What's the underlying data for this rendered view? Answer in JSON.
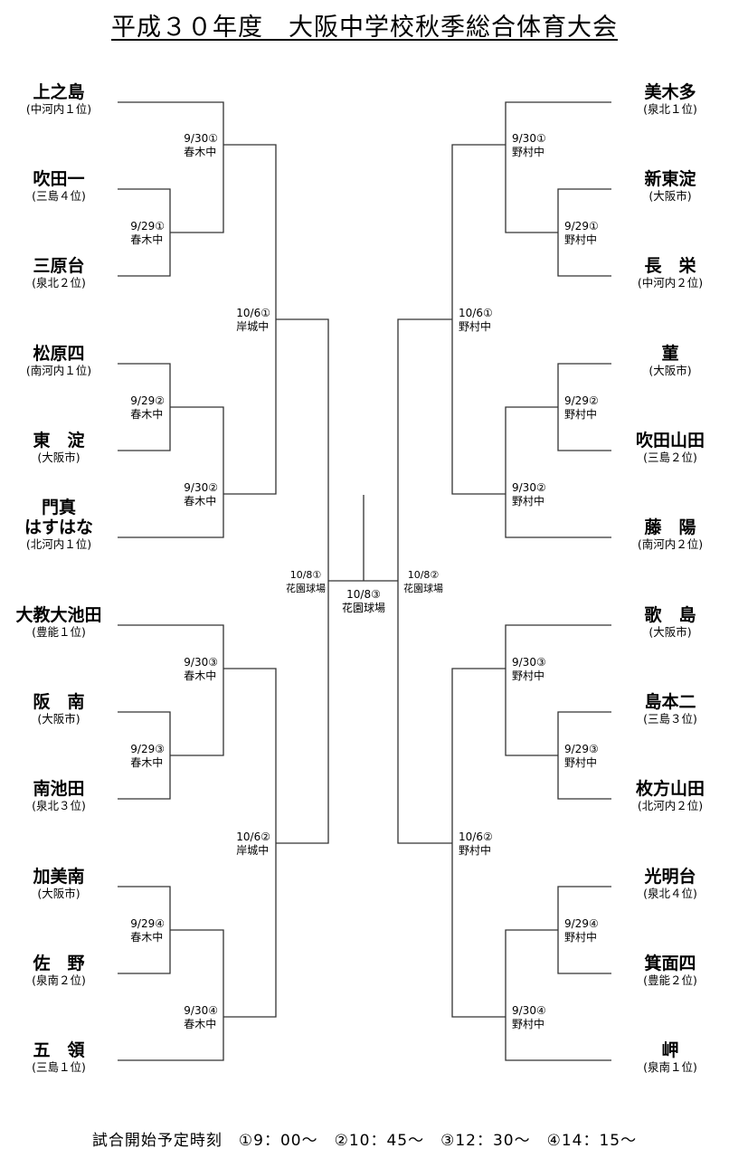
{
  "title": "平成３０年度　大阪中学校秋季総合体育大会",
  "teams_left": [
    {
      "name": "上之島",
      "sub": "(中河内１位)"
    },
    {
      "name": "吹田一",
      "sub": "(三島４位)"
    },
    {
      "name": "三原台",
      "sub": "(泉北２位)"
    },
    {
      "name": "松原四",
      "sub": "(南河内１位)"
    },
    {
      "name": "東　淀",
      "sub": "(大阪市)"
    },
    {
      "name": "門真\nはすはな",
      "sub": "(北河内１位)"
    },
    {
      "name": "大教大池田",
      "sub": "(豊能１位)"
    },
    {
      "name": "阪　南",
      "sub": "(大阪市)"
    },
    {
      "name": "南池田",
      "sub": "(泉北３位)"
    },
    {
      "name": "加美南",
      "sub": "(大阪市)"
    },
    {
      "name": "佐　野",
      "sub": "(泉南２位)"
    },
    {
      "name": "五　領",
      "sub": "(三島１位)"
    }
  ],
  "teams_right": [
    {
      "name": "美木多",
      "sub": "(泉北１位)"
    },
    {
      "name": "新東淀",
      "sub": "(大阪市)"
    },
    {
      "name": "長　栄",
      "sub": "(中河内２位)"
    },
    {
      "name": "菫",
      "sub": "(大阪市)"
    },
    {
      "name": "吹田山田",
      "sub": "(三島２位)"
    },
    {
      "name": "藤　陽",
      "sub": "(南河内２位)"
    },
    {
      "name": "歌　島",
      "sub": "(大阪市)"
    },
    {
      "name": "島本二",
      "sub": "(三島３位)"
    },
    {
      "name": "枚方山田",
      "sub": "(北河内２位)"
    },
    {
      "name": "光明台",
      "sub": "(泉北４位)"
    },
    {
      "name": "箕面四",
      "sub": "(豊能２位)"
    },
    {
      "name": "岬",
      "sub": "(泉南１位)"
    }
  ],
  "matches_left": [
    {
      "date": "9/29①",
      "venue": "春木中"
    },
    {
      "date": "9/30①",
      "venue": "春木中"
    },
    {
      "date": "9/29②",
      "venue": "春木中"
    },
    {
      "date": "9/30②",
      "venue": "春木中"
    },
    {
      "date": "10/6①",
      "venue": "岸城中"
    },
    {
      "date": "9/30③",
      "venue": "春木中"
    },
    {
      "date": "9/29③",
      "venue": "春木中"
    },
    {
      "date": "9/29④",
      "venue": "春木中"
    },
    {
      "date": "9/30④",
      "venue": "春木中"
    },
    {
      "date": "10/6②",
      "venue": "岸城中"
    }
  ],
  "matches_right": [
    {
      "date": "9/29①",
      "venue": "野村中"
    },
    {
      "date": "9/30①",
      "venue": "野村中"
    },
    {
      "date": "9/29②",
      "venue": "野村中"
    },
    {
      "date": "9/30②",
      "venue": "野村中"
    },
    {
      "date": "10/6①",
      "venue": "野村中"
    },
    {
      "date": "9/30③",
      "venue": "野村中"
    },
    {
      "date": "9/29③",
      "venue": "野村中"
    },
    {
      "date": "9/29④",
      "venue": "野村中"
    },
    {
      "date": "9/30④",
      "venue": "野村中"
    },
    {
      "date": "10/6②",
      "venue": "野村中"
    }
  ],
  "matches_center": [
    {
      "date": "10/8①",
      "venue": "花園球場"
    },
    {
      "date": "10/8②",
      "venue": "花園球場"
    },
    {
      "date": "10/8③",
      "venue": "花園球場"
    }
  ],
  "footer": "試合開始予定時刻　①9：00～　②10：45～　③12：30～　④14：15～"
}
